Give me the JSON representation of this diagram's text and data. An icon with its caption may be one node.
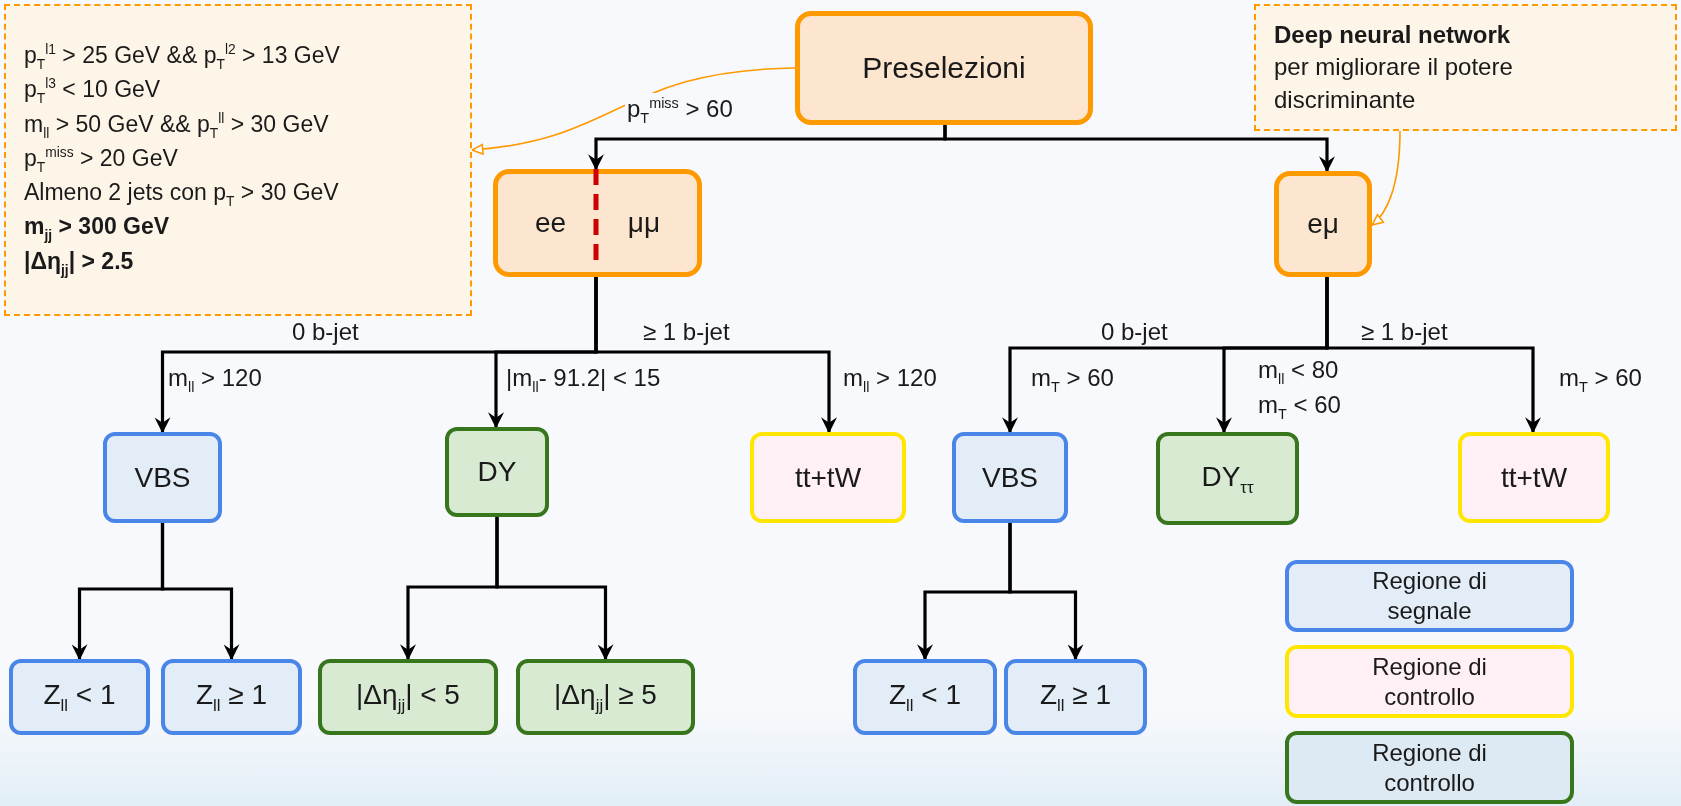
{
  "diagram": {
    "nodes": [
      {
        "text": [
          "p$_{T}$$^{l1}$ > 25 GeV && p$_{T}$$^{l2}$ > 13 GeV",
          "p$_{T}$$^{l3}$ < 10 GeV",
          "m$_{ll}$ > 50 GeV && p$_{T}$$^{ll}$ > 30 GeV",
          "p$_{T}$$^{miss}$ > 20 GeV",
          "Almeno 2 jets con p$_{T}$ > 30 GeV",
          "**m$_{jj}$ > 300 GeV**",
          "**|Δη$_{jj}$| > 2.5**"
        ]
      },
      {
        "text": [
          "Preselezioni"
        ]
      },
      {
        "text": [
          "ee",
          "μμ"
        ]
      },
      {
        "text": [
          "eμ"
        ]
      },
      {
        "text": [
          "Deep neural network",
          "per migliorare il potere discriminante"
        ]
      },
      {
        "text": [
          "VBS"
        ]
      },
      {
        "text": [
          "DY"
        ]
      },
      {
        "text": [
          "tt+tW"
        ]
      },
      {
        "text": [
          "VBS"
        ]
      },
      {
        "text": [
          "DY$_{ττ}$"
        ]
      },
      {
        "text": [
          "tt+tW"
        ]
      },
      {
        "text": [
          "Z$_{ll}$ < 1"
        ]
      },
      {
        "text": [
          "Z$_{ll}$ ≥ 1"
        ]
      },
      {
        "text": [
          "|Δη$_{jj}$| < 5"
        ]
      },
      {
        "text": [
          "|Δη$_{jj}$| ≥ 5"
        ]
      },
      {
        "text": [
          "Z$_{ll}$ < 1"
        ]
      },
      {
        "text": [
          "Z$_{ll}$ ≥ 1"
        ]
      }
    ],
    "edges": [
      {
        "from": 1,
        "to": 2,
        "arrow": "to",
        "label": "p$_{T}$$^{miss}$ > 60"
      },
      {
        "from": 1,
        "to": 3,
        "arrow": "to"
      },
      {
        "from": 1,
        "to": 0,
        "arrow": "to",
        "color": "#ff9900"
      },
      {
        "from": 4,
        "to": 3,
        "arrow": "to",
        "color": "#ff9900"
      },
      {
        "from": 2,
        "to": 5,
        "arrow": "to",
        "label": "m$_{ll}$ > 120"
      },
      {
        "from": 2,
        "to": 6,
        "arrow": "to",
        "label": "|m$_{ll}$- 91.2| < 15"
      },
      {
        "from": 2,
        "to": 7,
        "arrow": "to",
        "label": "m$_{ll}$ > 120"
      },
      {
        "from": 3,
        "to": 8,
        "arrow": "to",
        "label": "m$_{T}$ > 60"
      },
      {
        "from": 3,
        "to": 9,
        "arrow": "to",
        "label": "m$_{ll}$ < 80 m$_{T}$ < 60"
      },
      {
        "from": 3,
        "to": 10,
        "arrow": "to",
        "label": "m$_{T}$ > 60"
      },
      {
        "from": 5,
        "to": 11,
        "arrow": "to"
      },
      {
        "from": 5,
        "to": 12,
        "arrow": "to"
      },
      {
        "from": 6,
        "to": 13,
        "arrow": "to"
      },
      {
        "from": 6,
        "to": 14,
        "arrow": "to"
      },
      {
        "from": 8,
        "to": 15,
        "arrow": "to"
      },
      {
        "from": 8,
        "to": 16,
        "arrow": "to"
      }
    ],
    "labels": [
      "0 b-jet",
      "≥ 1 b-jet",
      "0 b-jet",
      "≥ 1 b-jet"
    ],
    "legend": [
      {
        "text": "Regione di segnale",
        "color": "#4a86e8"
      },
      {
        "text": "Regione di controllo",
        "color": "#ffe600"
      },
      {
        "text": "Regione di controllo",
        "color": "#38761d"
      }
    ]
  }
}
